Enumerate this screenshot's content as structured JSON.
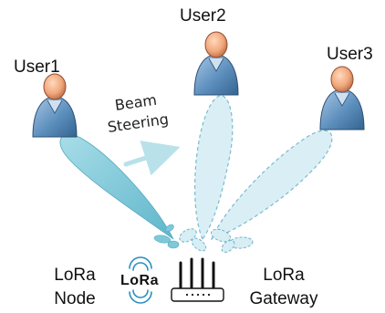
{
  "users": [
    {
      "label": "User1"
    },
    {
      "label": "User2"
    },
    {
      "label": "User3"
    }
  ],
  "annotation": {
    "line1": "Beam",
    "line2": "Steering"
  },
  "devices": {
    "node": {
      "line1": "LoRa",
      "line2": "Node"
    },
    "gateway": {
      "line1": "LoRa",
      "line2": "Gateway"
    },
    "logo_text": "LoRa"
  },
  "colors": {
    "beam_solid": "#7ec9d9",
    "beam_faded": "#d6eef4",
    "beam_dash": "#6fb3c8",
    "person_head": "#f1a77b",
    "person_body": "#5d8fbd"
  }
}
